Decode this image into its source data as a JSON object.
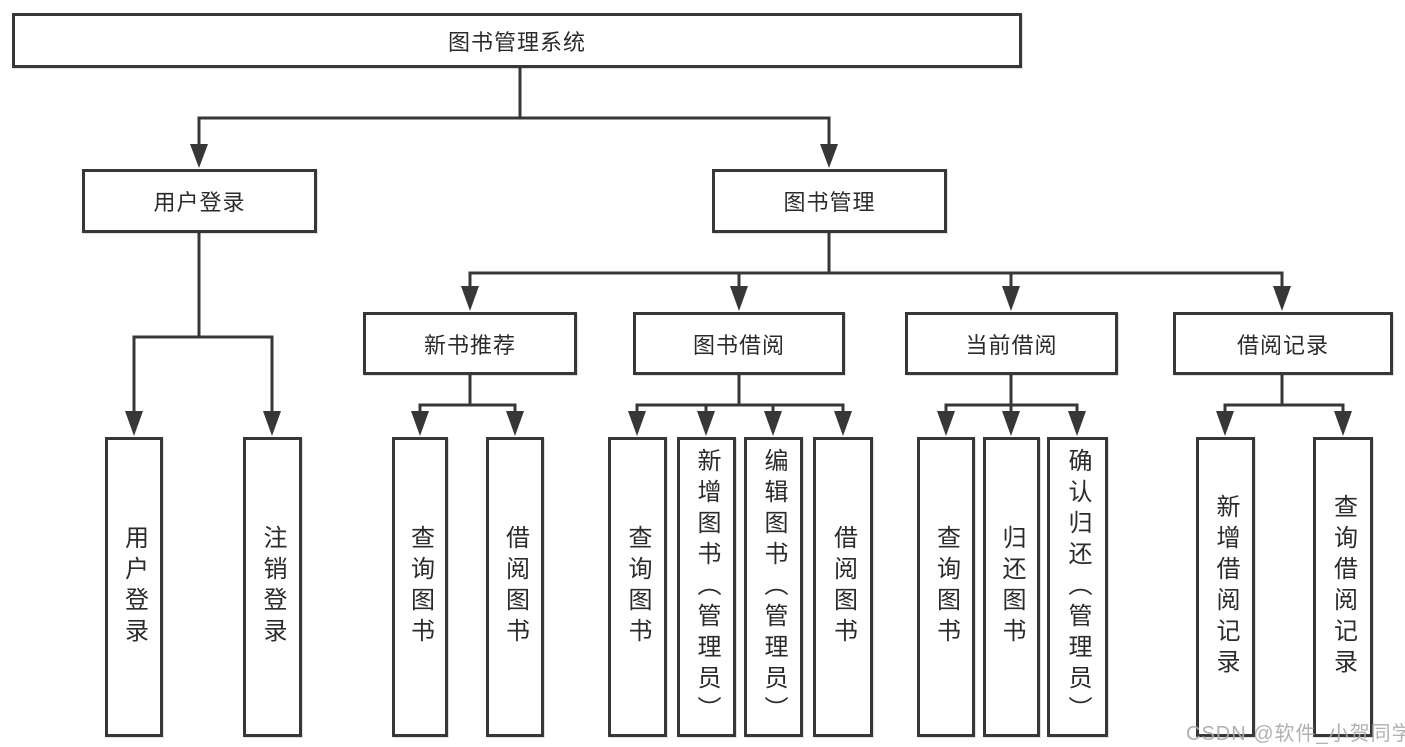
{
  "tree": {
    "root": {
      "label": "图书管理系统"
    },
    "children": [
      {
        "label": "用户登录",
        "children": [
          {
            "label": "用户登录"
          },
          {
            "label": "注销登录"
          }
        ]
      },
      {
        "label": "图书管理",
        "children": [
          {
            "label": "新书推荐",
            "children": [
              {
                "label": "查询图书"
              },
              {
                "label": "借阅图书"
              }
            ]
          },
          {
            "label": "图书借阅",
            "children": [
              {
                "label": "查询图书"
              },
              {
                "label": "新增图书（管理员）"
              },
              {
                "label": "编辑图书（管理员）"
              },
              {
                "label": "借阅图书"
              }
            ]
          },
          {
            "label": "当前借阅",
            "children": [
              {
                "label": "查询图书"
              },
              {
                "label": "归还图书"
              },
              {
                "label": "确认归还（管理员）"
              }
            ]
          },
          {
            "label": "借阅记录",
            "children": [
              {
                "label": "新增借阅记录"
              },
              {
                "label": "查询借阅记录"
              }
            ]
          }
        ]
      }
    ]
  },
  "watermark": "CSDN @软件_小贺同学",
  "colors": {
    "line": "#373737",
    "box_border": "#373737",
    "text": "#2b2b2b",
    "watermark": "#ababab",
    "background": "#ffffff"
  }
}
